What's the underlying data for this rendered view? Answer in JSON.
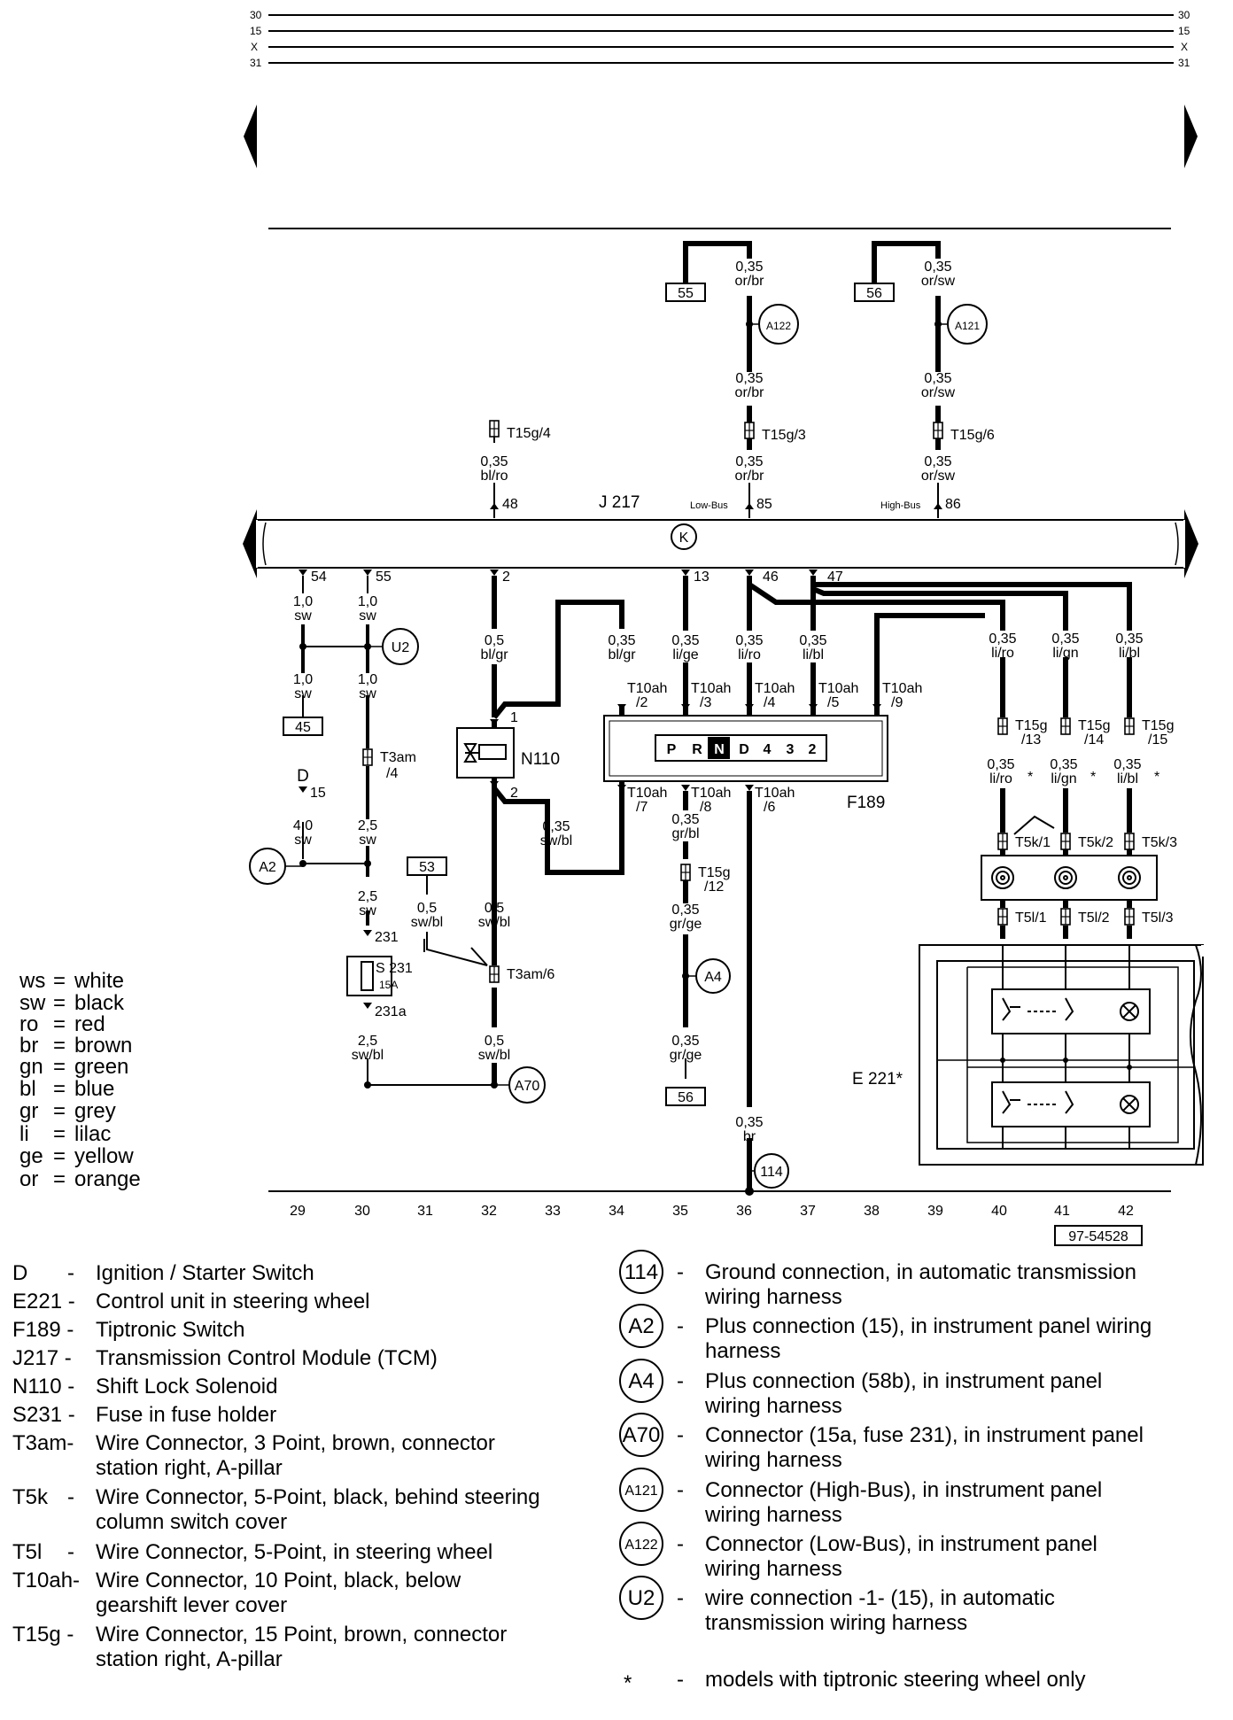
{
  "rail_labels": [
    "30",
    "15",
    "X",
    "31"
  ],
  "coords": [
    "29",
    "30",
    "31",
    "32",
    "33",
    "34",
    "35",
    "36",
    "37",
    "38",
    "39",
    "40",
    "41",
    "42"
  ],
  "drawing_number": "97-54528",
  "module_label": "J 217",
  "k_symbol": "K",
  "bus_low": "Low-Bus",
  "bus_high": "High-Bus",
  "pins_top": {
    "p48": "48",
    "p85": "85",
    "p86": "86"
  },
  "pins_bottom": {
    "p54": "54",
    "p55": "55",
    "p2": "2",
    "p13": "13",
    "p46": "46",
    "p47": "47"
  },
  "top_boxes": {
    "b55": "55",
    "b56": "56"
  },
  "wires": {
    "or_br_top_g": "0,35",
    "or_br_top_c": "or/br",
    "or_sw_top_g": "0,35",
    "or_sw_top_c": "or/sw",
    "or_br_mid_g": "0,35",
    "or_br_mid_c": "or/br",
    "or_sw_mid_g": "0,35",
    "or_sw_mid_c": "or/sw",
    "bl_ro_g": "0,35",
    "bl_ro_c": "bl/ro",
    "or_br_low_g": "0,35",
    "or_br_low_c": "or/br",
    "or_sw_low_g": "0,35",
    "or_sw_low_c": "or/sw",
    "sw54_g": "1,0",
    "sw54_c": "sw",
    "sw55_g": "1,0",
    "sw55_c": "sw",
    "sw45_g": "1,0",
    "sw45_c": "sw",
    "sw_u2_g": "1,0",
    "sw_u2_c": "sw",
    "bl_gr_g": "0,5",
    "bl_gr_c": "bl/gr",
    "bl_gr2_g": "0,35",
    "bl_gr2_c": "bl/gr",
    "li_ge_g": "0,35",
    "li_ge_c": "li/ge",
    "li_ro_g": "0,35",
    "li_ro_c": "li/ro",
    "li_bl_g": "0,35",
    "li_bl_c": "li/bl",
    "li_ro2_g": "0,35",
    "li_ro2_c": "li/ro",
    "li_gn2_g": "0,35",
    "li_gn2_c": "li/gn",
    "li_bl2_g": "0,35",
    "li_bl2_c": "li/bl",
    "li_ro3_g": "0,35",
    "li_ro3_c": "li/ro",
    "li_gn3_g": "0,35",
    "li_gn3_c": "li/gn",
    "li_bl3_g": "0,35",
    "li_bl3_c": "li/bl",
    "sw40_g": "4,0",
    "sw40_c": "sw",
    "sw25a_g": "2,5",
    "sw25a_c": "sw",
    "sw25b_g": "2,5",
    "sw25b_c": "sw",
    "swbl25_g": "2,5",
    "swbl25_c": "sw/bl",
    "swbl_n_g": "0,35",
    "swbl_n_c": "sw/bl",
    "swbl53_g": "0,5",
    "swbl53_c": "sw/bl",
    "swbl32_g": "0,5",
    "swbl32_c": "sw/bl",
    "swbl32b_g": "0,5",
    "swbl32b_c": "sw/bl",
    "gr_bl_g": "0,35",
    "gr_bl_c": "gr/bl",
    "gr_ge_g": "0,35",
    "gr_ge_c": "gr/ge",
    "gr_ge2_g": "0,35",
    "gr_ge2_c": "gr/ge",
    "br_g": "0,35",
    "br_c": "br"
  },
  "connectors": {
    "t15g4": "T15g/4",
    "t15g3": "T15g/3",
    "t15g6": "T15g/6",
    "t10_2a": "T10ah",
    "t10_2b": "/2",
    "t10_3a": "T10ah",
    "t10_3b": "/3",
    "t10_4a": "T10ah",
    "t10_4b": "/4",
    "t10_5a": "T10ah",
    "t10_5b": "/5",
    "t10_9a": "T10ah",
    "t10_9b": "/9",
    "t10_7a": "T10ah",
    "t10_7b": "/7",
    "t10_8a": "T10ah",
    "t10_8b": "/8",
    "t10_6a": "T10ah",
    "t10_6b": "/6",
    "t15g13a": "T15g",
    "t15g13b": "/13",
    "t15g14a": "T15g",
    "t15g14b": "/14",
    "t15g15a": "T15g",
    "t15g15b": "/15",
    "t15g12a": "T15g",
    "t15g12b": "/12",
    "t3am4a": "T3am",
    "t3am4b": "/4",
    "t3am6": "T3am/6",
    "t5k1": "T5k/1",
    "t5k2": "T5k/2",
    "t5k3": "T5k/3",
    "t5l1": "T5l/1",
    "t5l2": "T5l/2",
    "t5l3": "T5l/3"
  },
  "components": {
    "n110": "N110",
    "f189": "F189",
    "e221": "E 221*",
    "s231a": "S 231",
    "s231b": "15A",
    "pin231": "231",
    "pin231a": "231a",
    "d_label": "D",
    "d_pin": "15",
    "gear_letters": [
      "P",
      "R",
      "N",
      "D",
      "4",
      "3",
      "2"
    ],
    "n110_pin1": "1",
    "n110_pin2": "2",
    "box45": "45",
    "box53": "53",
    "box56b": "56",
    "star": "*"
  },
  "grounds": {
    "a122": "A122",
    "a121": "A121",
    "u2": "U2",
    "a2": "A2",
    "a4": "A4",
    "a70": "A70",
    "g114": "114"
  },
  "color_legend": [
    {
      "code": "ws",
      "name": "white"
    },
    {
      "code": "sw",
      "name": "black"
    },
    {
      "code": "ro",
      "name": "red"
    },
    {
      "code": "br",
      "name": "brown"
    },
    {
      "code": "gn",
      "name": "green"
    },
    {
      "code": "bl",
      "name": "blue"
    },
    {
      "code": "gr",
      "name": "grey"
    },
    {
      "code": "li",
      "name": "lilac"
    },
    {
      "code": "ge",
      "name": "yellow"
    },
    {
      "code": "or",
      "name": "orange"
    }
  ],
  "key_left": [
    {
      "code": "D",
      "dash": "-",
      "line1": "Ignition / Starter Switch",
      "line2": ""
    },
    {
      "code": "E221 -",
      "dash": "",
      "line1": "Control unit in steering wheel",
      "line2": ""
    },
    {
      "code": "F189 -",
      "dash": "",
      "line1": "Tiptronic Switch",
      "line2": ""
    },
    {
      "code": "J217 -",
      "dash": "",
      "line1": "Transmission Control Module (TCM)",
      "line2": ""
    },
    {
      "code": "N110 -",
      "dash": "",
      "line1": "Shift Lock Solenoid",
      "line2": ""
    },
    {
      "code": "S231 -",
      "dash": "",
      "line1": "Fuse in fuse holder",
      "line2": ""
    },
    {
      "code": "T3am-",
      "dash": "",
      "line1": "Wire Connector, 3 Point, brown, connector",
      "line2": "station right, A-pillar"
    },
    {
      "code": "T5k",
      "dash": "-",
      "line1": "Wire Connector, 5-Point, black, behind steering",
      "line2": "column switch cover"
    },
    {
      "code": "T5l",
      "dash": "-",
      "line1": "Wire Connector, 5-Point, in steering wheel",
      "line2": ""
    },
    {
      "code": "T10ah-",
      "dash": "",
      "line1": "Wire Connector, 10 Point, black, below",
      "line2": "gearshift lever cover"
    },
    {
      "code": "T15g -",
      "dash": "",
      "line1": "Wire Connector, 15 Point, brown, connector",
      "line2": "station right, A-pillar"
    }
  ],
  "key_right": [
    {
      "symbol": "114",
      "dash": "-",
      "line1": "Ground connection, in automatic transmission",
      "line2": "wiring harness"
    },
    {
      "symbol": "A2",
      "dash": "-",
      "line1": "Plus connection (15), in instrument panel wiring",
      "line2": "harness"
    },
    {
      "symbol": "A4",
      "dash": "-",
      "line1": "Plus connection (58b), in instrument panel",
      "line2": "wiring harness"
    },
    {
      "symbol": "A70",
      "dash": "-",
      "line1": "Connector (15a, fuse 231), in instrument panel",
      "line2": "wiring harness"
    },
    {
      "symbol": "A121",
      "dash": "-",
      "line1": "Connector (High-Bus), in instrument panel",
      "line2": "wiring harness"
    },
    {
      "symbol": "A122",
      "dash": "-",
      "line1": "Connector (Low-Bus), in instrument panel",
      "line2": "wiring harness"
    },
    {
      "symbol": "U2",
      "dash": "-",
      "line1": "wire connection -1- (15), in automatic",
      "line2": "transmission wiring harness"
    }
  ],
  "footnote": {
    "symbol": "*",
    "dash": "-",
    "text": "models with tiptronic steering wheel only"
  }
}
